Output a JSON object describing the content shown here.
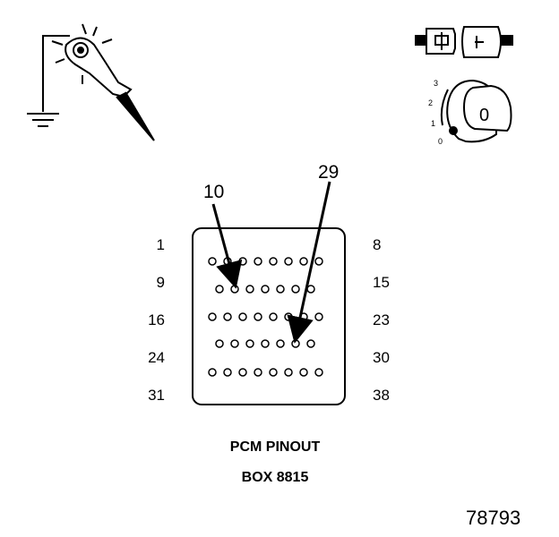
{
  "pinout": {
    "callouts": [
      {
        "label": "10",
        "pin": 10
      },
      {
        "label": "29",
        "pin": 29
      }
    ],
    "rows": [
      {
        "left": "1",
        "right": "8",
        "pins": 8
      },
      {
        "left": "9",
        "right": "15",
        "pins": 7
      },
      {
        "left": "16",
        "right": "23",
        "pins": 8
      },
      {
        "left": "24",
        "right": "30",
        "pins": 7
      },
      {
        "left": "31",
        "right": "38",
        "pins": 8
      }
    ]
  },
  "caption": {
    "line1": "PCM PINOUT",
    "line2": "BOX 8815"
  },
  "figure_number": "78793",
  "ignition": {
    "positions": [
      "3",
      "2",
      "1",
      "0"
    ],
    "key_label": "0"
  },
  "icons": {
    "test_light": "test-light-probe-icon",
    "connector": "disconnected-connector-icon",
    "ignition": "ignition-key-off-icon"
  }
}
